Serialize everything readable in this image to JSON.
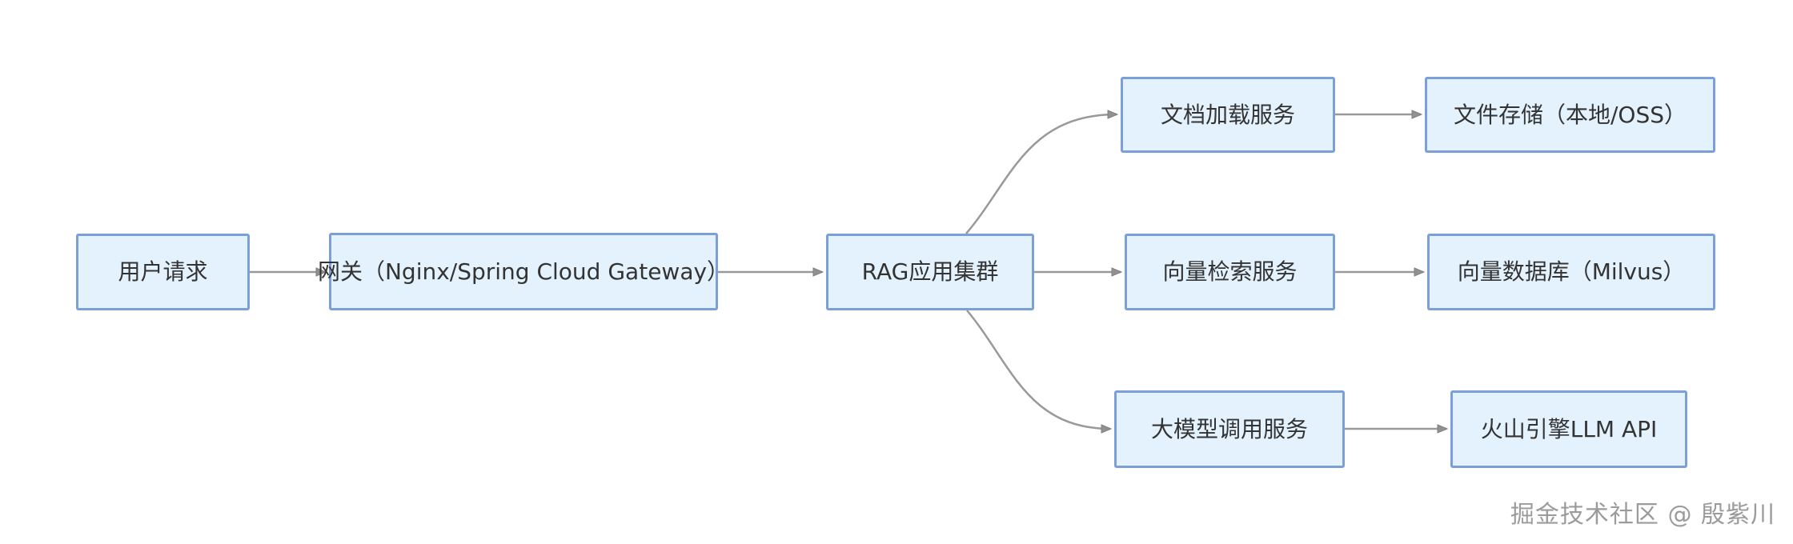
{
  "diagram": {
    "type": "flowchart",
    "direction": "left-to-right",
    "nodes": [
      {
        "id": "user-request",
        "label": "用户请求"
      },
      {
        "id": "gateway",
        "label": "网关（Nginx/Spring Cloud Gateway）"
      },
      {
        "id": "rag-cluster",
        "label": "RAG应用集群"
      },
      {
        "id": "doc-load-service",
        "label": "文档加载服务"
      },
      {
        "id": "file-storage",
        "label": "文件存储（本地/OSS）"
      },
      {
        "id": "vector-search",
        "label": "向量检索服务"
      },
      {
        "id": "vector-db",
        "label": "向量数据库（Milvus）"
      },
      {
        "id": "llm-call-service",
        "label": "大模型调用服务"
      },
      {
        "id": "llm-api",
        "label": "火山引擎LLM API"
      }
    ],
    "edges": [
      {
        "from": "user-request",
        "to": "gateway",
        "style": "straight-arrow"
      },
      {
        "from": "gateway",
        "to": "rag-cluster",
        "style": "straight-arrow"
      },
      {
        "from": "rag-cluster",
        "to": "doc-load-service",
        "style": "curved-arrow"
      },
      {
        "from": "rag-cluster",
        "to": "vector-search",
        "style": "straight-arrow"
      },
      {
        "from": "rag-cluster",
        "to": "llm-call-service",
        "style": "curved-arrow"
      },
      {
        "from": "doc-load-service",
        "to": "file-storage",
        "style": "straight-arrow"
      },
      {
        "from": "vector-search",
        "to": "vector-db",
        "style": "straight-arrow"
      },
      {
        "from": "llm-call-service",
        "to": "llm-api",
        "style": "straight-arrow"
      }
    ],
    "colors": {
      "node_fill": "#e3f2fc",
      "node_border": "#7b9fd8",
      "edge": "#999999",
      "arrowhead": "#919191",
      "text": "#333333",
      "watermark": "#9b9b9b",
      "background": "#ffffff"
    },
    "watermark": "掘金技术社区 @ 殷紫川"
  }
}
